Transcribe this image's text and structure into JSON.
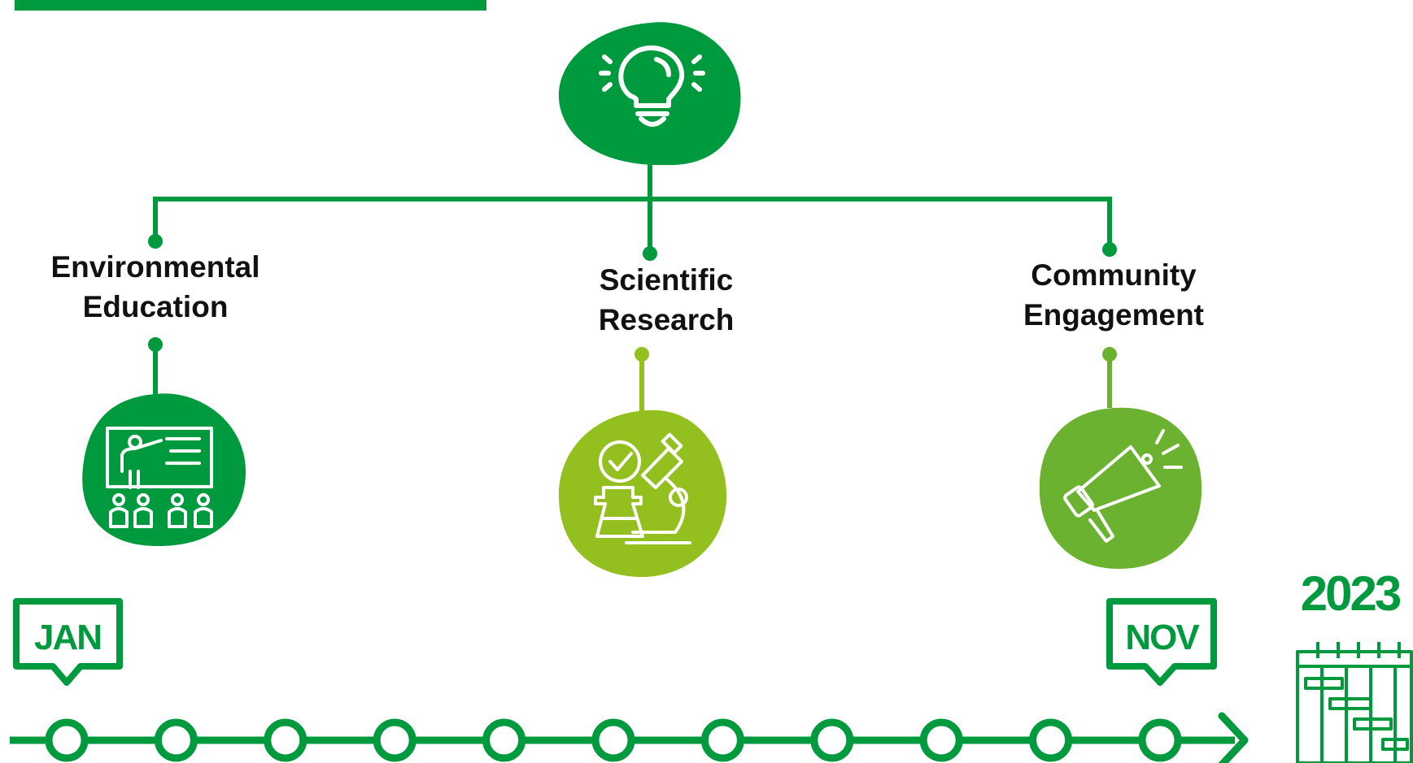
{
  "colors": {
    "dark_green": "#009a3e",
    "mid_green": "#6ab22f",
    "lime_green": "#93c01f",
    "text": "#111111",
    "white": "#ffffff"
  },
  "root": {
    "icon": "lightbulb-icon"
  },
  "pillars": [
    {
      "line1": "Environmental",
      "line2": "Education",
      "icon": "teacher-classroom-icon"
    },
    {
      "line1": "Scientific",
      "line2": "Research",
      "icon": "microscope-icon"
    },
    {
      "line1": "Community",
      "line2": "Engagement",
      "icon": "megaphone-icon"
    }
  ],
  "timeline": {
    "start_label": "JAN",
    "end_label": "NOV",
    "year": "2023",
    "year_icon": "gantt-calendar-icon",
    "node_count": 11
  }
}
